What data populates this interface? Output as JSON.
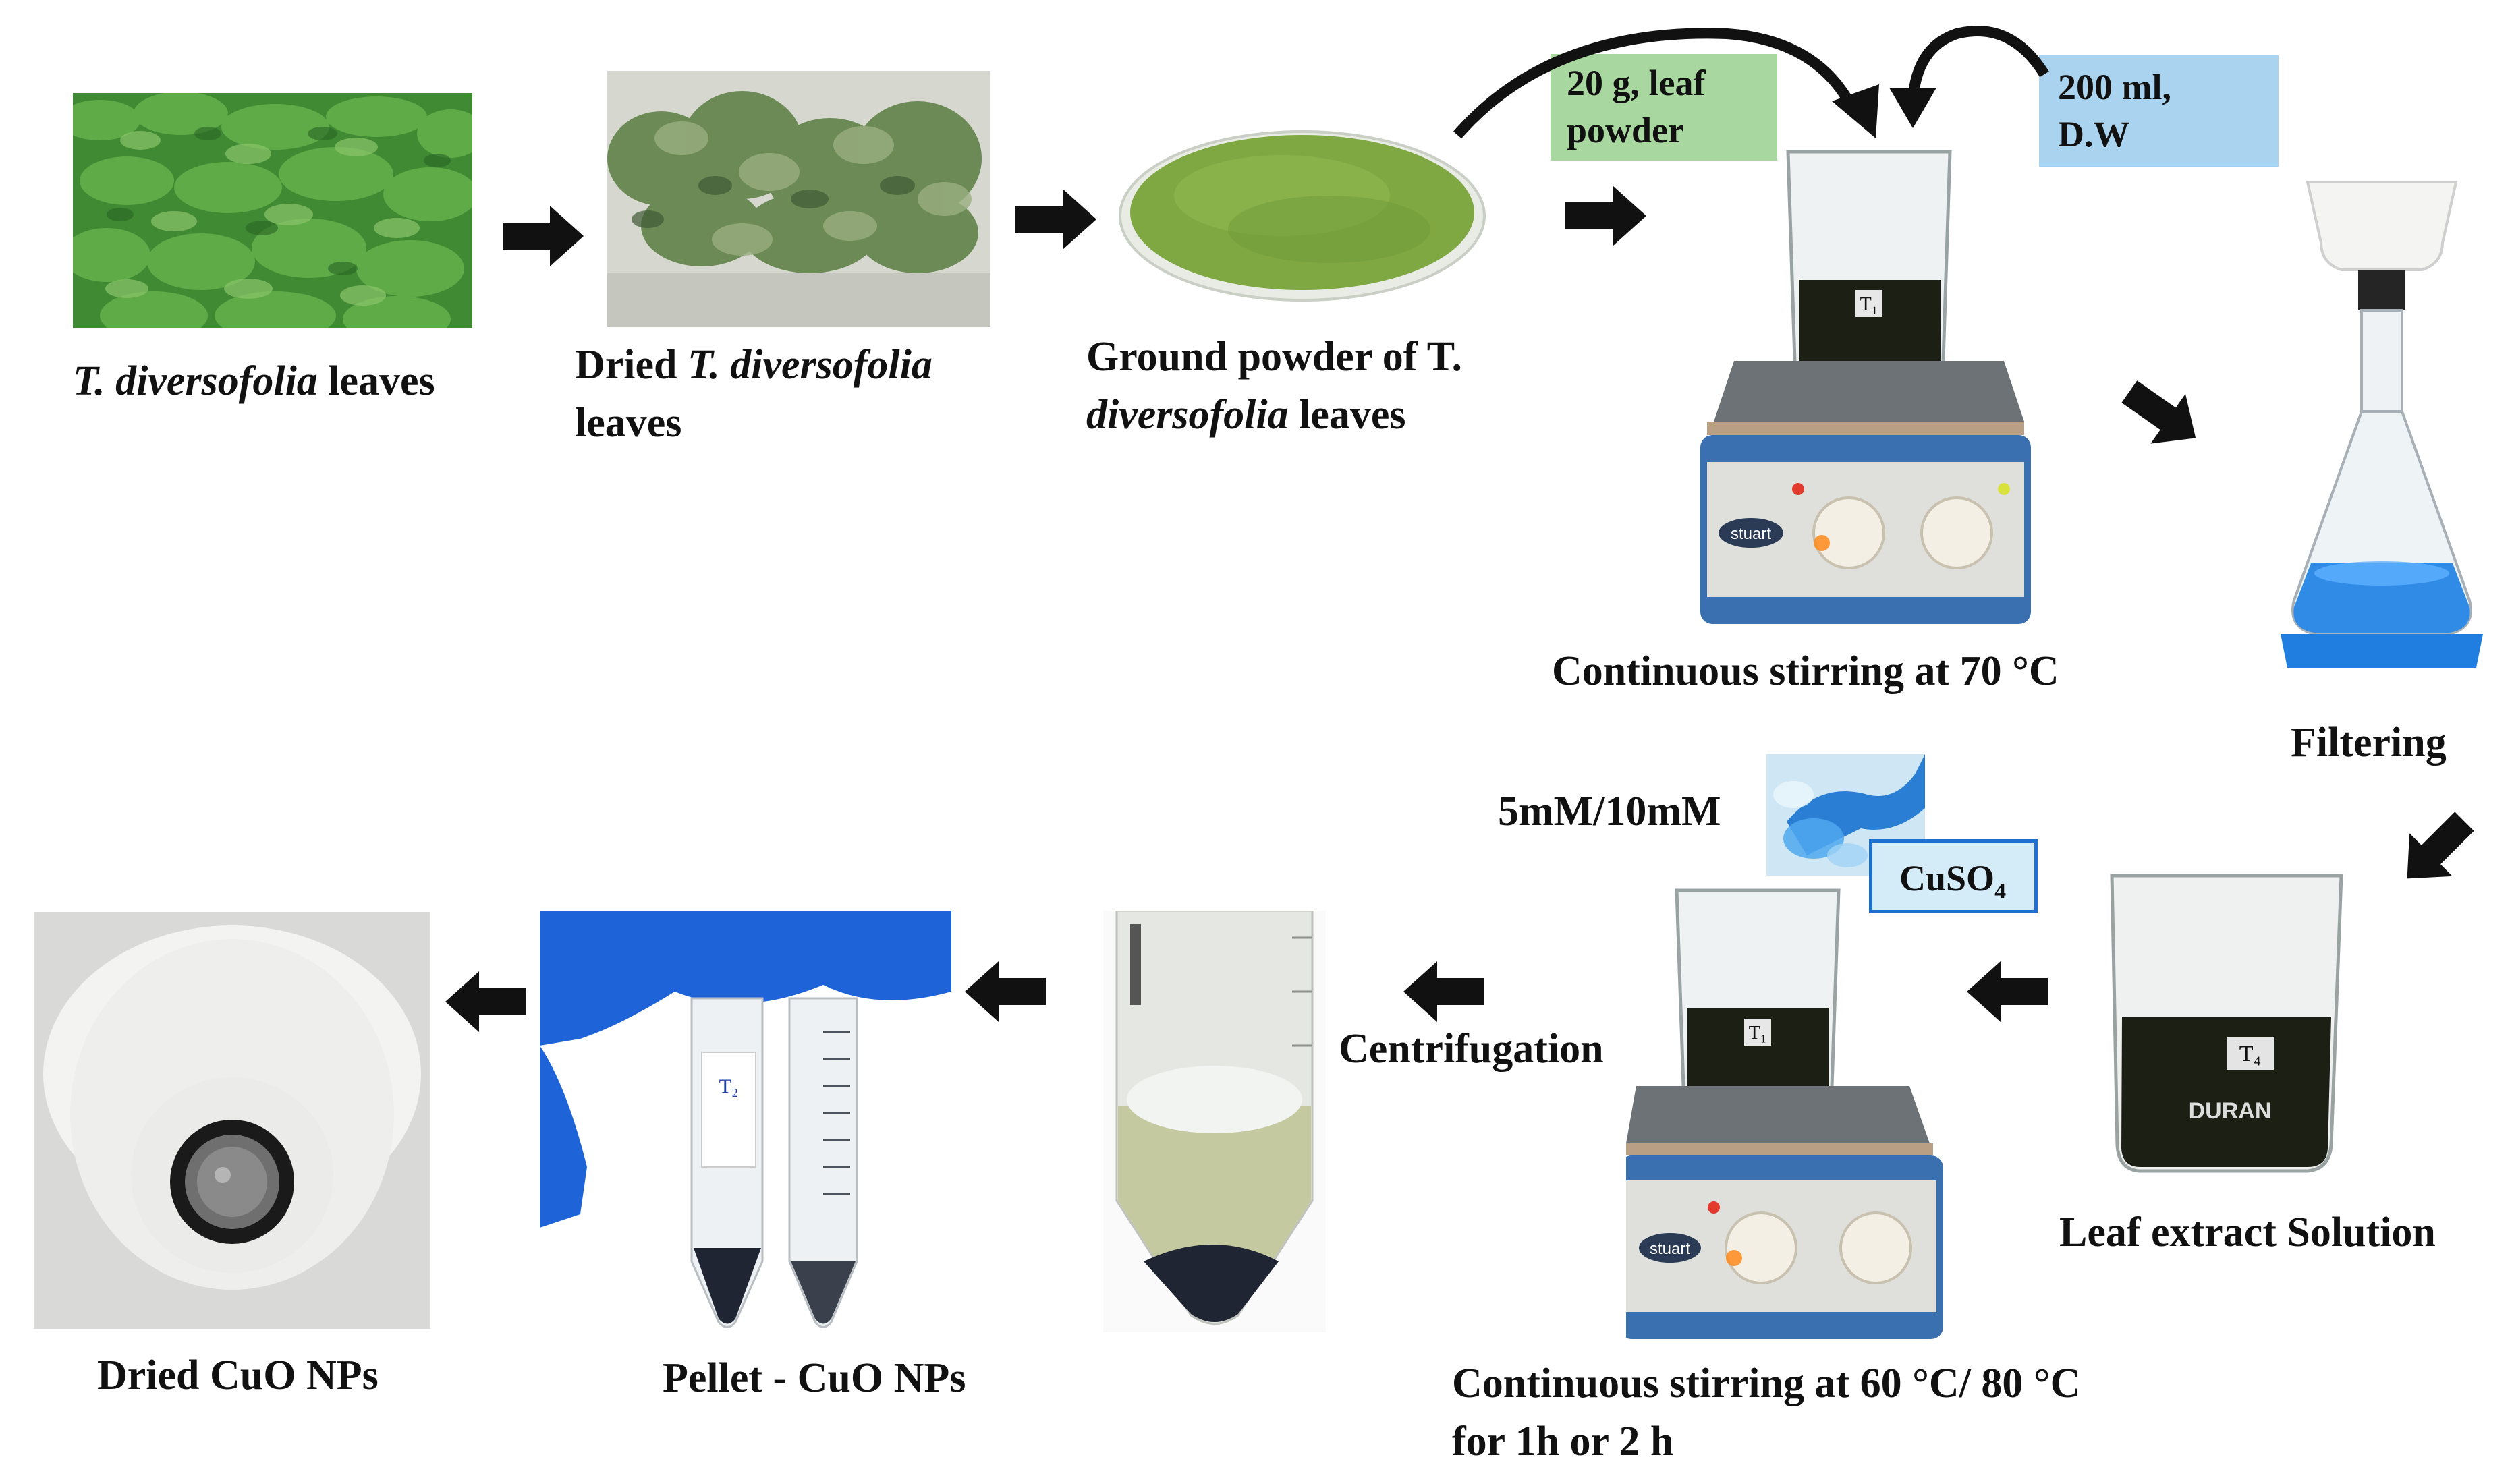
{
  "steps": {
    "leaves": {
      "label_italic": "T. diversofolia",
      "label_rest": " leaves"
    },
    "dried": {
      "line1_plain": "Dried ",
      "line1_italic": "T. diversofolia",
      "line2": "leaves"
    },
    "powder": {
      "line1": "Ground powder of T.",
      "line2_italic": "diversofolia",
      "line2_rest": " leaves"
    },
    "stirring1": {
      "label": "Continuous stirring at 70 °C"
    },
    "filtering": {
      "label": "Filtering"
    },
    "leaf_extract": {
      "label": "Leaf extract Solution"
    },
    "stirring2": {
      "line1": "Continuous stirring at 60 °C/ 80 °C",
      "line2": "for 1h or 2 h"
    },
    "centrifugation": {
      "label": "Centrifugation"
    },
    "pellet": {
      "label": "Pellet - CuO NPs"
    },
    "dried_cuo": {
      "label": "Dried CuO NPs"
    }
  },
  "inputs": {
    "leaf_powder": {
      "line1": "20 g, leaf",
      "line2": "powder",
      "color": "#a9d7a0"
    },
    "water": {
      "line1": "200 ml,",
      "line2": "D.W",
      "color": "#a9d3ee"
    },
    "concentration": {
      "label": "5mM/10mM"
    },
    "cuso4": {
      "text": "CuSO",
      "subscript": "4",
      "color": "#d3ecf8",
      "border": "#1f6fd0"
    }
  },
  "beaker_labels": {
    "beaker1_tag": "T₁",
    "beaker2_tag": "T₁",
    "extract_tag": "T₄",
    "extract_brand": "DURAN",
    "tube_tag": "T₂",
    "stirrer_brand": "stuart"
  },
  "colors": {
    "arrow": "#111111",
    "leaf_green": "#4f9a3e",
    "powder_green": "#7fa843",
    "dark_liquid": "#1c1f14",
    "blue_glove": "#1e64d8",
    "stirrer_blue": "#3a6fb0"
  },
  "icons": [
    "arrow-right-icon",
    "arrow-left-icon",
    "arrow-down-right-icon",
    "arrow-down-left-icon",
    "curved-arrow-icon"
  ]
}
